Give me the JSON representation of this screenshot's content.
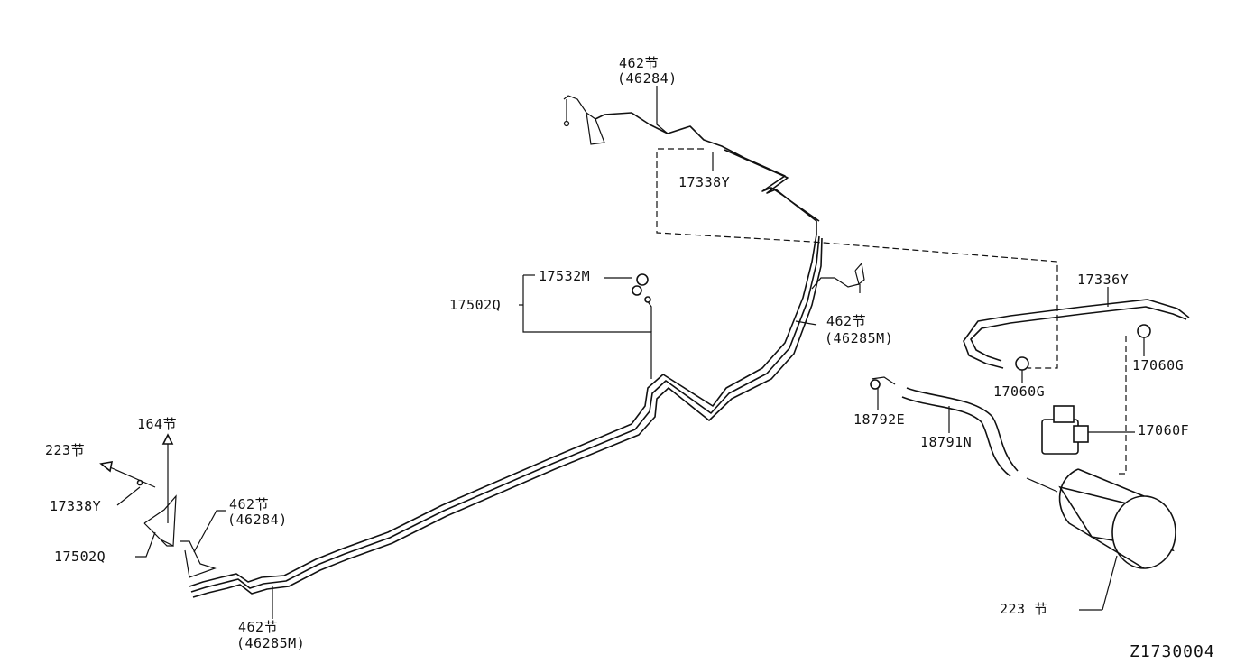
{
  "callouts": {
    "ref_462_top": "462节",
    "ref_46284_top": "(46284)",
    "part_17338y_top": "17338Y",
    "part_17532m": "17532M",
    "part_17502q_mid": "17502Q",
    "ref_462_mid": "462节",
    "ref_46285m_mid": "(46285M)",
    "part_17336y": "17336Y",
    "part_17060g_right": "17060G",
    "part_17060g_left": "17060G",
    "part_18792e": "18792E",
    "part_18791n": "18791N",
    "part_17060f": "17060F",
    "ref_164": "164节",
    "ref_223_left": "223节",
    "part_17338y_left": "17338Y",
    "ref_462_left": "462节",
    "ref_46284_left": "(46284)",
    "part_17502q_left": "17502Q",
    "ref_462_bottom": "462节",
    "ref_46285m_bottom": "(46285M)",
    "ref_223_bottom": "223 节"
  },
  "diagram_code": "Z1730004"
}
